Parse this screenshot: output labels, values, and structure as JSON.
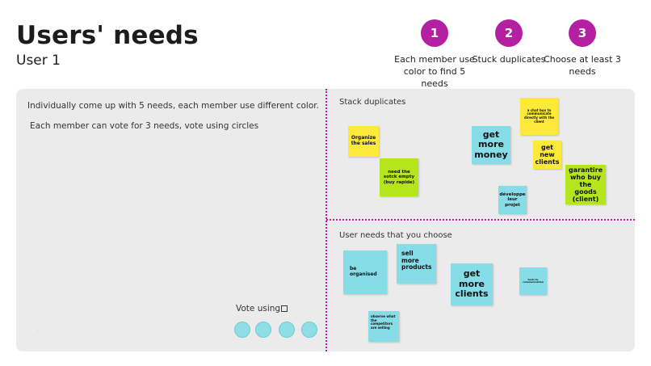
{
  "header": {
    "title": "Users' needs",
    "subtitle": "User 1"
  },
  "steps": [
    {
      "number": "1",
      "label": "Each member use color to find 5 needs"
    },
    {
      "number": "2",
      "label": "Stuck duplicates"
    },
    {
      "number": "3",
      "label": "Choose at least 3 needs"
    }
  ],
  "board": {
    "instruction_1": "Individually come up with 5 needs, each member use different color.",
    "instruction_2": "Each member can vote for 3 needs, vote using circles",
    "vote_label": "Vote using",
    "vote_dots": 4,
    "tiny_mark": "ᐧ"
  },
  "zones": {
    "stack_title": "Stack duplicates",
    "choose_title": "User needs that you choose"
  },
  "stack_notes": {
    "organize_sales": "Organize the sales",
    "sotck_empty": "need the sotck empty (buy rapide)",
    "get_more_money": "get more money",
    "chat_box": "a chat box to communicate directly with the client",
    "get_new_clients": "get new clients",
    "garantire": "garantire who buy the goods (client)",
    "developpe": "développe leur projet"
  },
  "choose_notes": {
    "be_organised": "be organised",
    "sell_more": "sell more products",
    "get_more_clients": "get more clients",
    "tiny_note": "tools to communication",
    "observe": "observe what the competitors are selling"
  },
  "colors": {
    "accent_magenta": "#b51fa1",
    "sticky_yellow": "#fde93a",
    "sticky_green": "#b5e51d",
    "sticky_cyan": "#86dde8",
    "board_bg": "#ebebeb"
  }
}
